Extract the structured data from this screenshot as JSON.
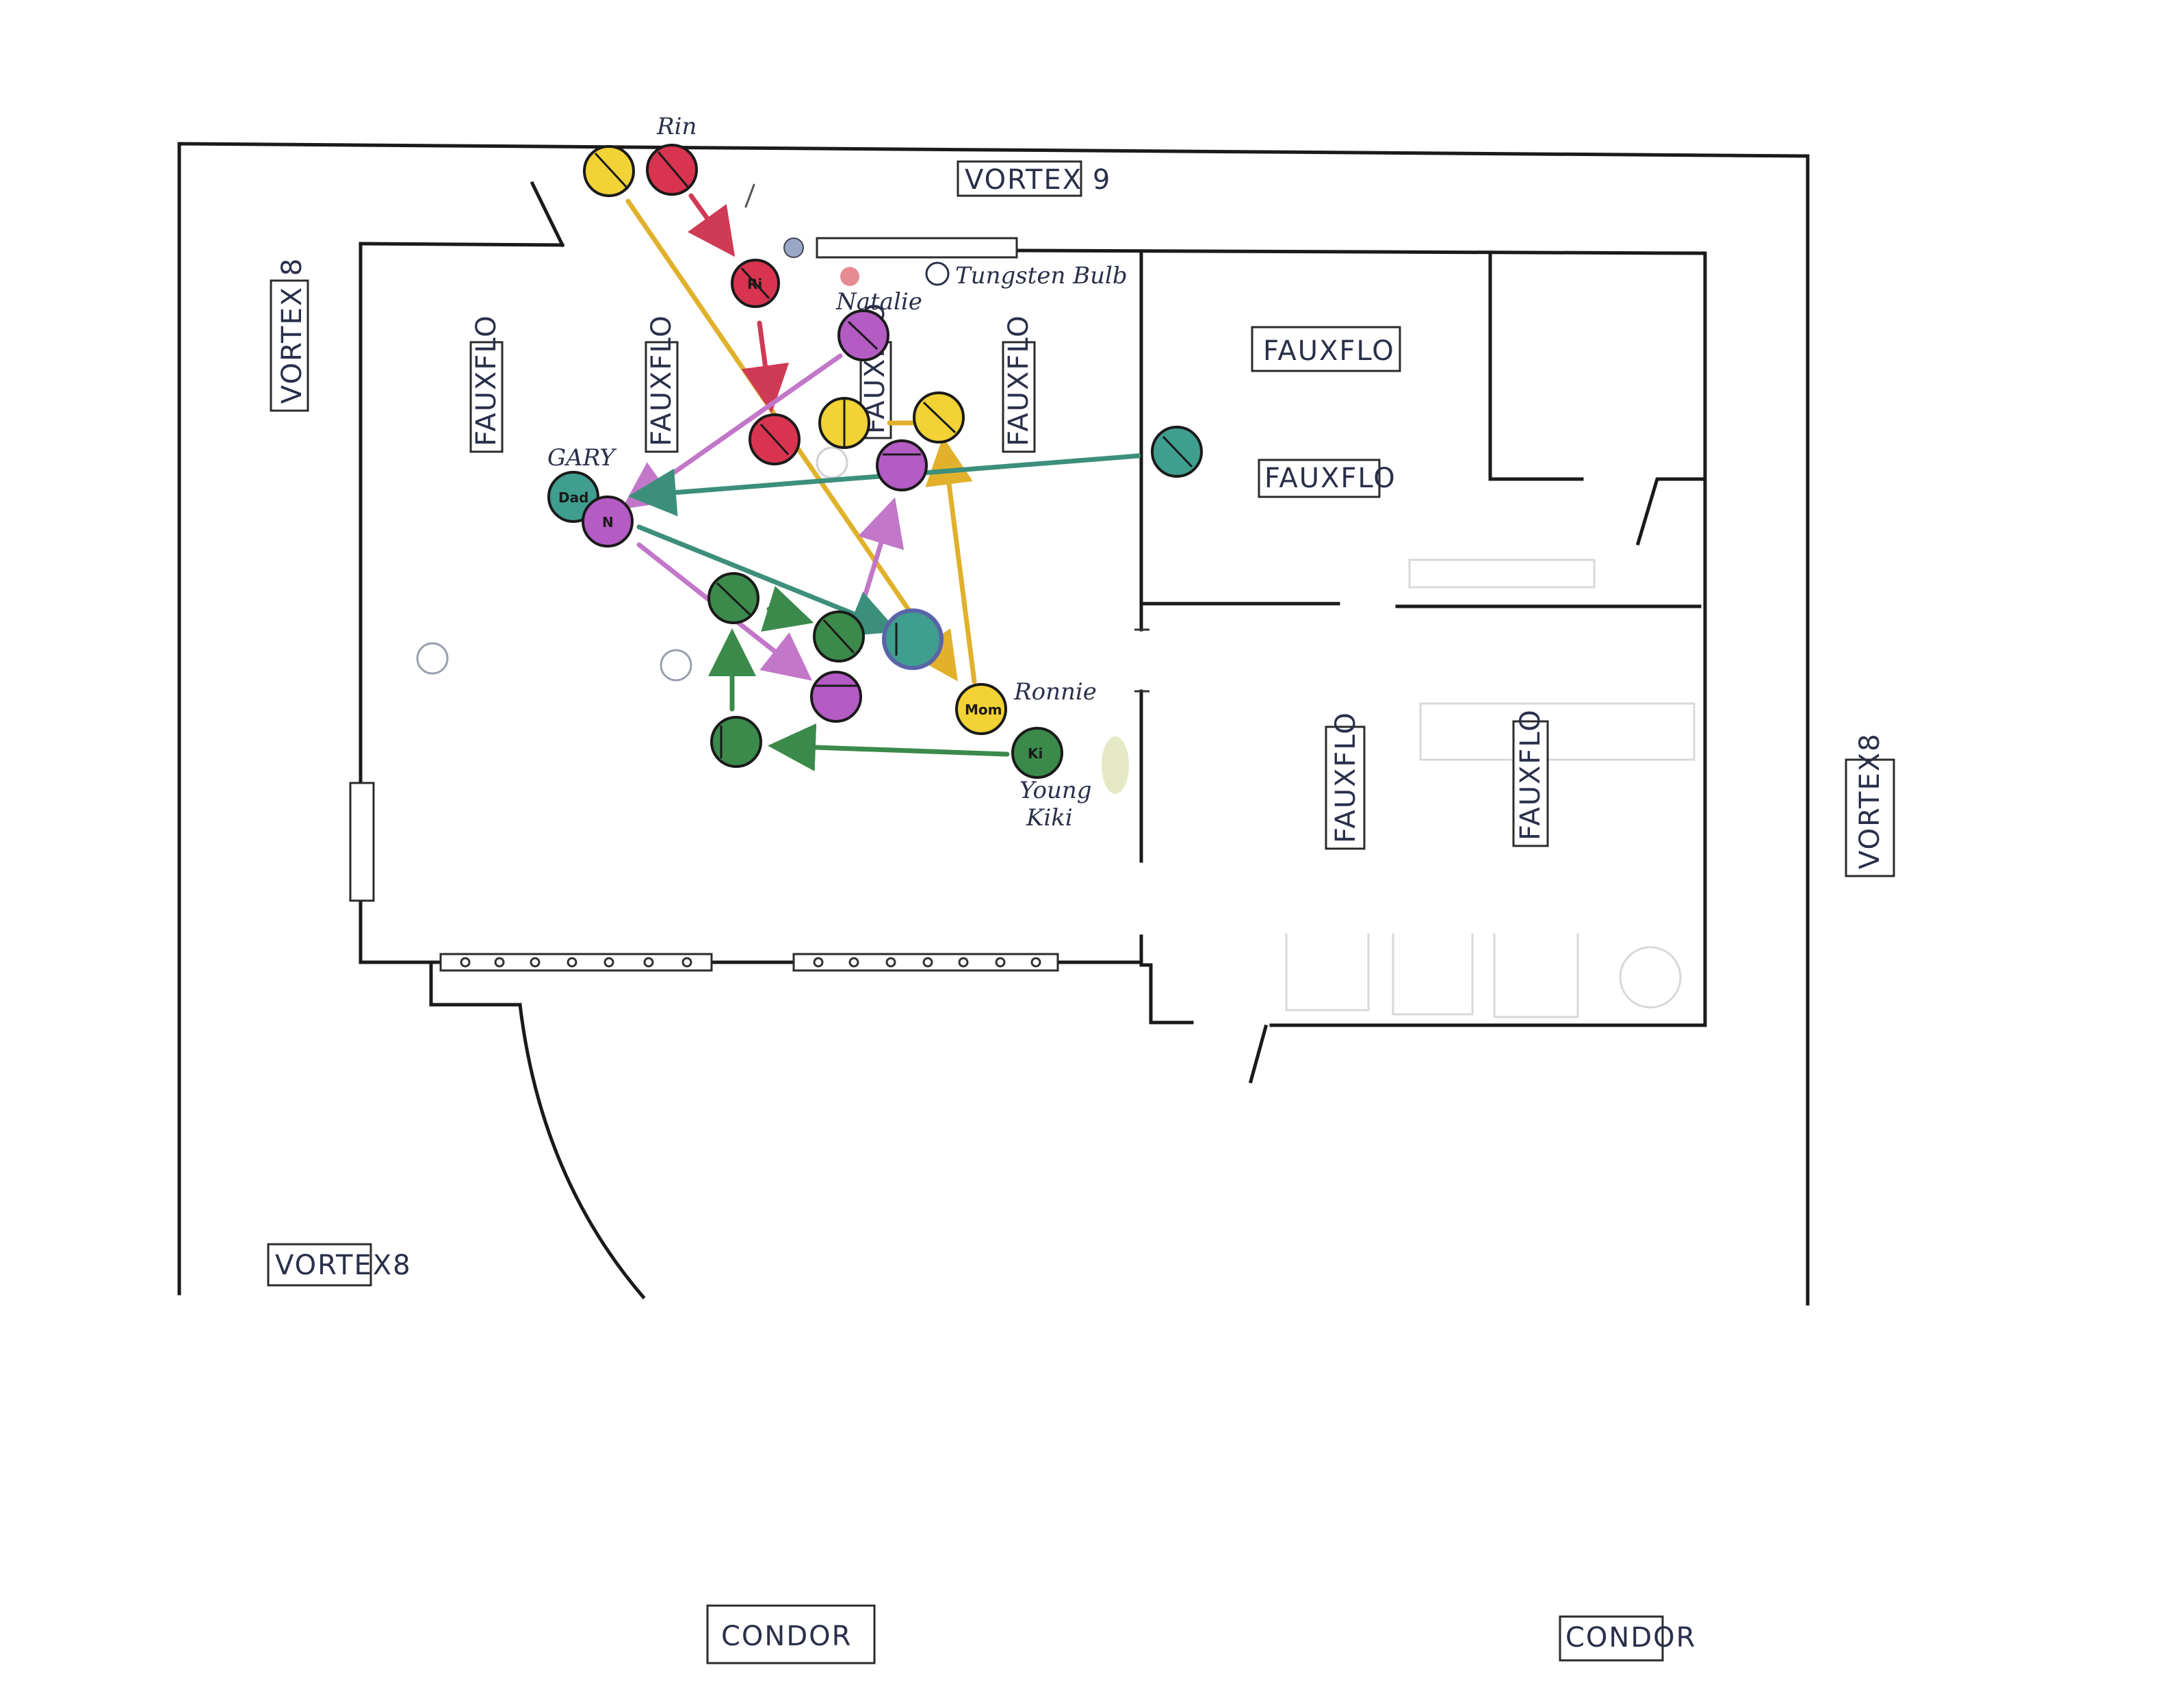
{
  "labels": {
    "vortex9": "VORTEX 9",
    "vortex8_left": "VORTEX 8",
    "vortex8_bottom": "VORTEX8",
    "vortex8_right": "VORTEX8",
    "fauxflo": "FAUXFLO",
    "condor": "CONDOR",
    "tungsten": "Tungsten Bulb"
  },
  "names": {
    "rin": "Rin",
    "natalie": "Natalie",
    "gary": "GARY",
    "ronnie": "Ronnie",
    "young_kiki": "Young",
    "young_kiki2": "Kiki"
  },
  "markers": {
    "ri": "Ri",
    "dad": "Dad",
    "n": "N",
    "mom": "Mom",
    "ki": "Ki"
  },
  "colors": {
    "yellow": "#f2d234",
    "red": "#d8344f",
    "purple": "#b45bc4",
    "teal": "#3f9e8e",
    "green": "#3b8a4b",
    "arrow_yellow": "#e1b12c",
    "arrow_red": "#cf3a54",
    "arrow_purple": "#c277c9",
    "arrow_teal": "#3c8f7b",
    "arrow_green": "#3b8a4b"
  }
}
